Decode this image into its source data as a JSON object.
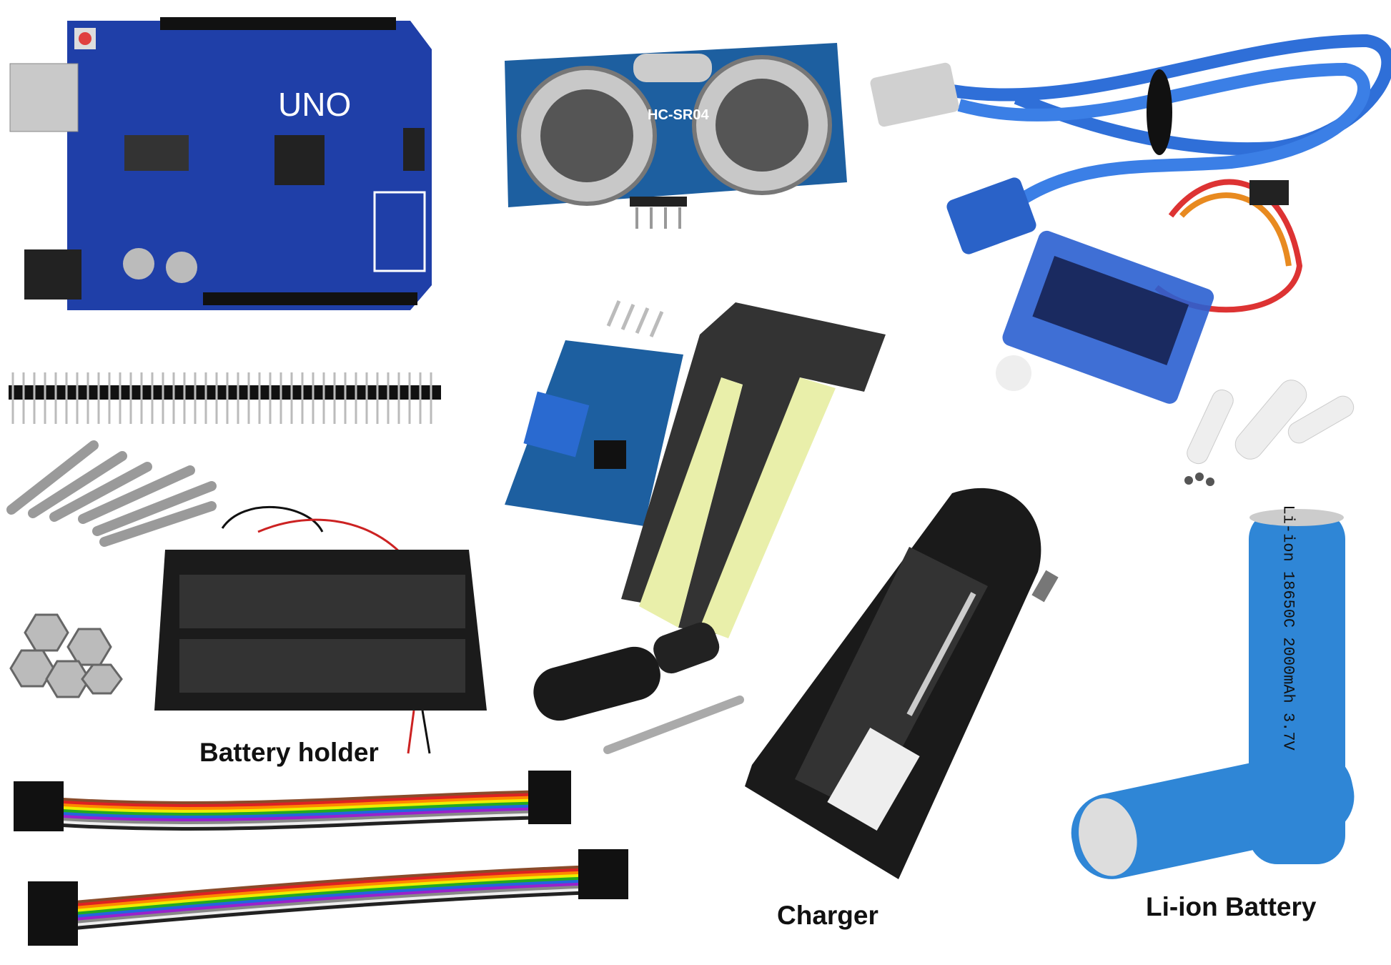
{
  "labels": {
    "battery_holder": "Battery holder",
    "charger": "Charger",
    "li_ion_battery": "Li-ion Battery"
  },
  "component_print": {
    "arduino": "UNO",
    "ultrasonic": "HC-SR04",
    "battery": "Li-ion 18650C 2000mAh 3.7V"
  },
  "colors": {
    "pcb_blue": "#1f3fa8",
    "sensor_blue": "#1d5fa0",
    "cable_blue": "#2f6fd8",
    "battery_blue": "#2f86d6",
    "charger_black": "#1a1a1a",
    "probe_yellow": "#e9efaa"
  }
}
